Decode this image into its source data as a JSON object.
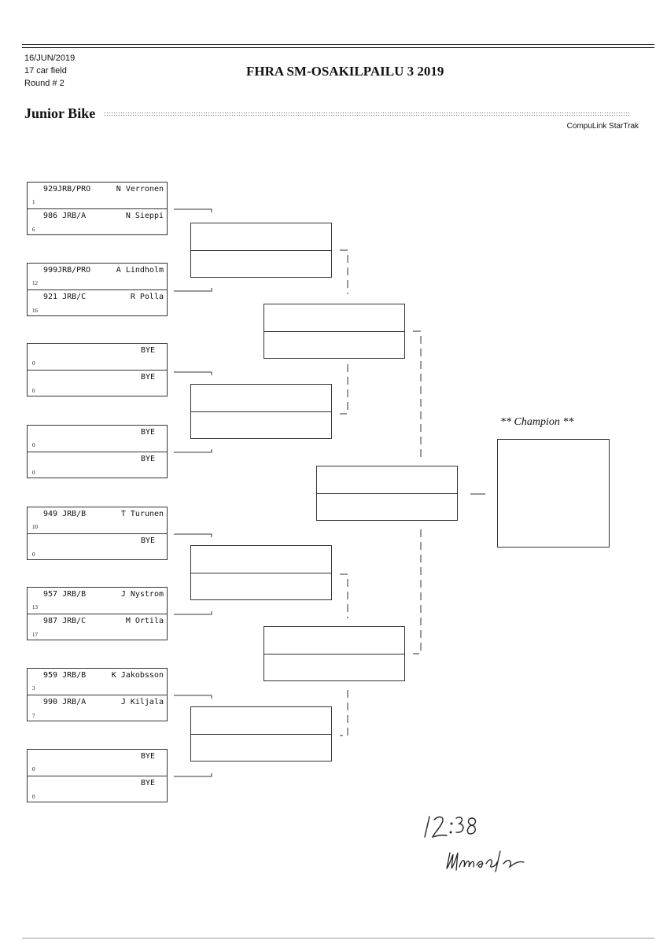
{
  "header": {
    "date": "16/JUN/2019",
    "field": "17 car field",
    "round": "Round # 2",
    "title": "FHRA SM-OSAKILPAILU 3 2019",
    "class_name": "Junior Bike",
    "software": "CompuLink StarTrak"
  },
  "bracket": {
    "round1": [
      {
        "top": {
          "number": "929JRB/PRO",
          "name": "N Verronen",
          "seed": "1"
        },
        "bottom": {
          "number": "986 JRB/A",
          "name": "N Sieppi",
          "seed": "6"
        }
      },
      {
        "top": {
          "number": "999JRB/PRO",
          "name": "A Lindholm",
          "seed": "12"
        },
        "bottom": {
          "number": "921 JRB/C",
          "name": "R Polla",
          "seed": "16"
        }
      },
      {
        "top": {
          "number": "",
          "name": "BYE",
          "seed": "0"
        },
        "bottom": {
          "number": "",
          "name": "BYE",
          "seed": "0"
        }
      },
      {
        "top": {
          "number": "",
          "name": "BYE",
          "seed": "0"
        },
        "bottom": {
          "number": "",
          "name": "BYE",
          "seed": "0"
        }
      },
      {
        "top": {
          "number": "949 JRB/B",
          "name": "T Turunen",
          "seed": "10"
        },
        "bottom": {
          "number": "",
          "name": "BYE",
          "seed": "0"
        }
      },
      {
        "top": {
          "number": "957 JRB/B",
          "name": "J Nystrom",
          "seed": "13"
        },
        "bottom": {
          "number": "987 JRB/C",
          "name": "M Ortila",
          "seed": "17"
        }
      },
      {
        "top": {
          "number": "959 JRB/B",
          "name": "K Jakobsson",
          "seed": "3"
        },
        "bottom": {
          "number": "990 JRB/A",
          "name": "J Kiljala",
          "seed": "7"
        }
      },
      {
        "top": {
          "number": "",
          "name": "BYE",
          "seed": "0"
        },
        "bottom": {
          "number": "",
          "name": "BYE",
          "seed": "0"
        }
      }
    ],
    "champion_label": "** Champion **"
  },
  "handwriting": {
    "time": "12:38",
    "signature": "Ullmarain"
  }
}
